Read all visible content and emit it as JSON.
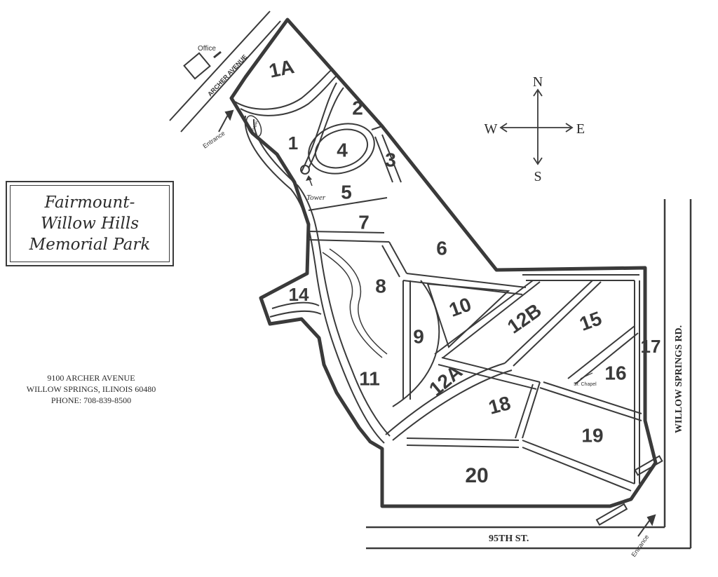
{
  "title": {
    "line1": "Fairmount-",
    "line2": "Willow Hills",
    "line3": "Memorial Park"
  },
  "address": {
    "street": "9100 ARCHER AVENUE",
    "city": "WILLOW SPRINGS, ILINOIS 60480",
    "phone": "PHONE: 708-839-8500"
  },
  "compass": {
    "n": "N",
    "s": "S",
    "e": "E",
    "w": "W"
  },
  "roads": {
    "archer": "ARCHER AVENUE",
    "willow": "WILLOW SPRINGS RD.",
    "ninety_fifth": "95TH ST."
  },
  "landmarks": {
    "office": "Office",
    "tower": "Tower",
    "entrance_archer": "Entrance",
    "entrance_95th": "Entrance",
    "in_chapel": "Chapel",
    "sixteen_note": "Sr. Chapel"
  },
  "sections": {
    "s1A": "1A",
    "s1": "1",
    "s2": "2",
    "s3": "3",
    "s4": "4",
    "s5": "5",
    "s6": "6",
    "s7": "7",
    "s8": "8",
    "s9": "9",
    "s10": "10",
    "s11": "11",
    "s12A": "12A",
    "s12B": "12B",
    "s14": "14",
    "s15": "15",
    "s16": "16",
    "s17": "17",
    "s18": "18",
    "s19": "19",
    "s20": "20"
  },
  "colors": {
    "ink": "#3a3a3a",
    "paper": "#ffffff"
  }
}
